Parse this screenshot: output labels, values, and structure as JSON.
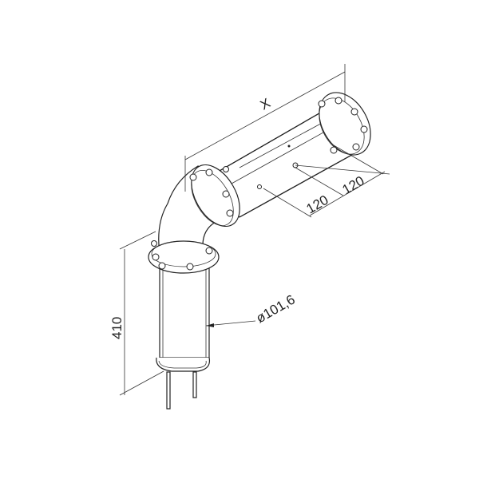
{
  "drawing": {
    "type": "isometric pipe assembly technical drawing",
    "dimensions": {
      "length_label": "X",
      "spacing_1": "120",
      "spacing_2": "120",
      "height": "410",
      "diameter": "ø101,6"
    },
    "colors": {
      "line": "#222222",
      "background": "#ffffff"
    }
  }
}
